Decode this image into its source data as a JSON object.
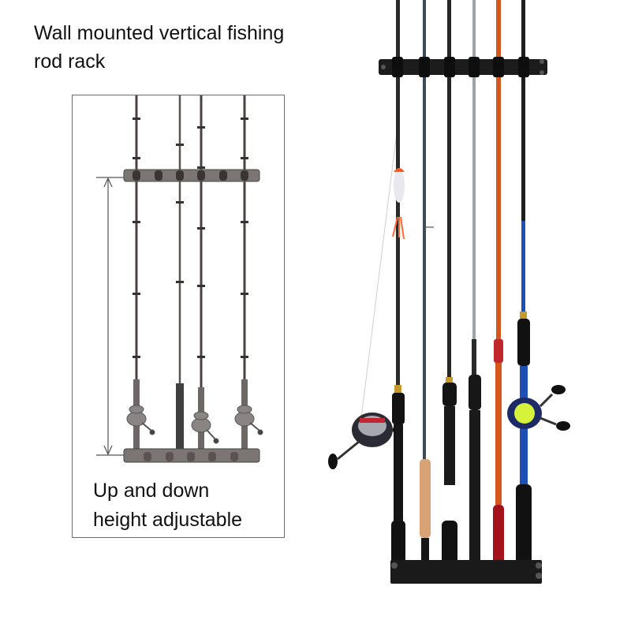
{
  "title": {
    "line1": "Wall mounted vertical fishing",
    "line2": "rod rack"
  },
  "diagram": {
    "caption_line1": "Up and down",
    "caption_line2": "height adjustable",
    "rod_count": 4
  },
  "photo": {
    "rod_count": 6,
    "colors": {
      "rack": "#1c1c1c",
      "orange_rod": "#d4581e",
      "blue_rod": "#1d4fb5",
      "cork_handle": "#d9a274",
      "red_handle": "#a3121a"
    }
  }
}
